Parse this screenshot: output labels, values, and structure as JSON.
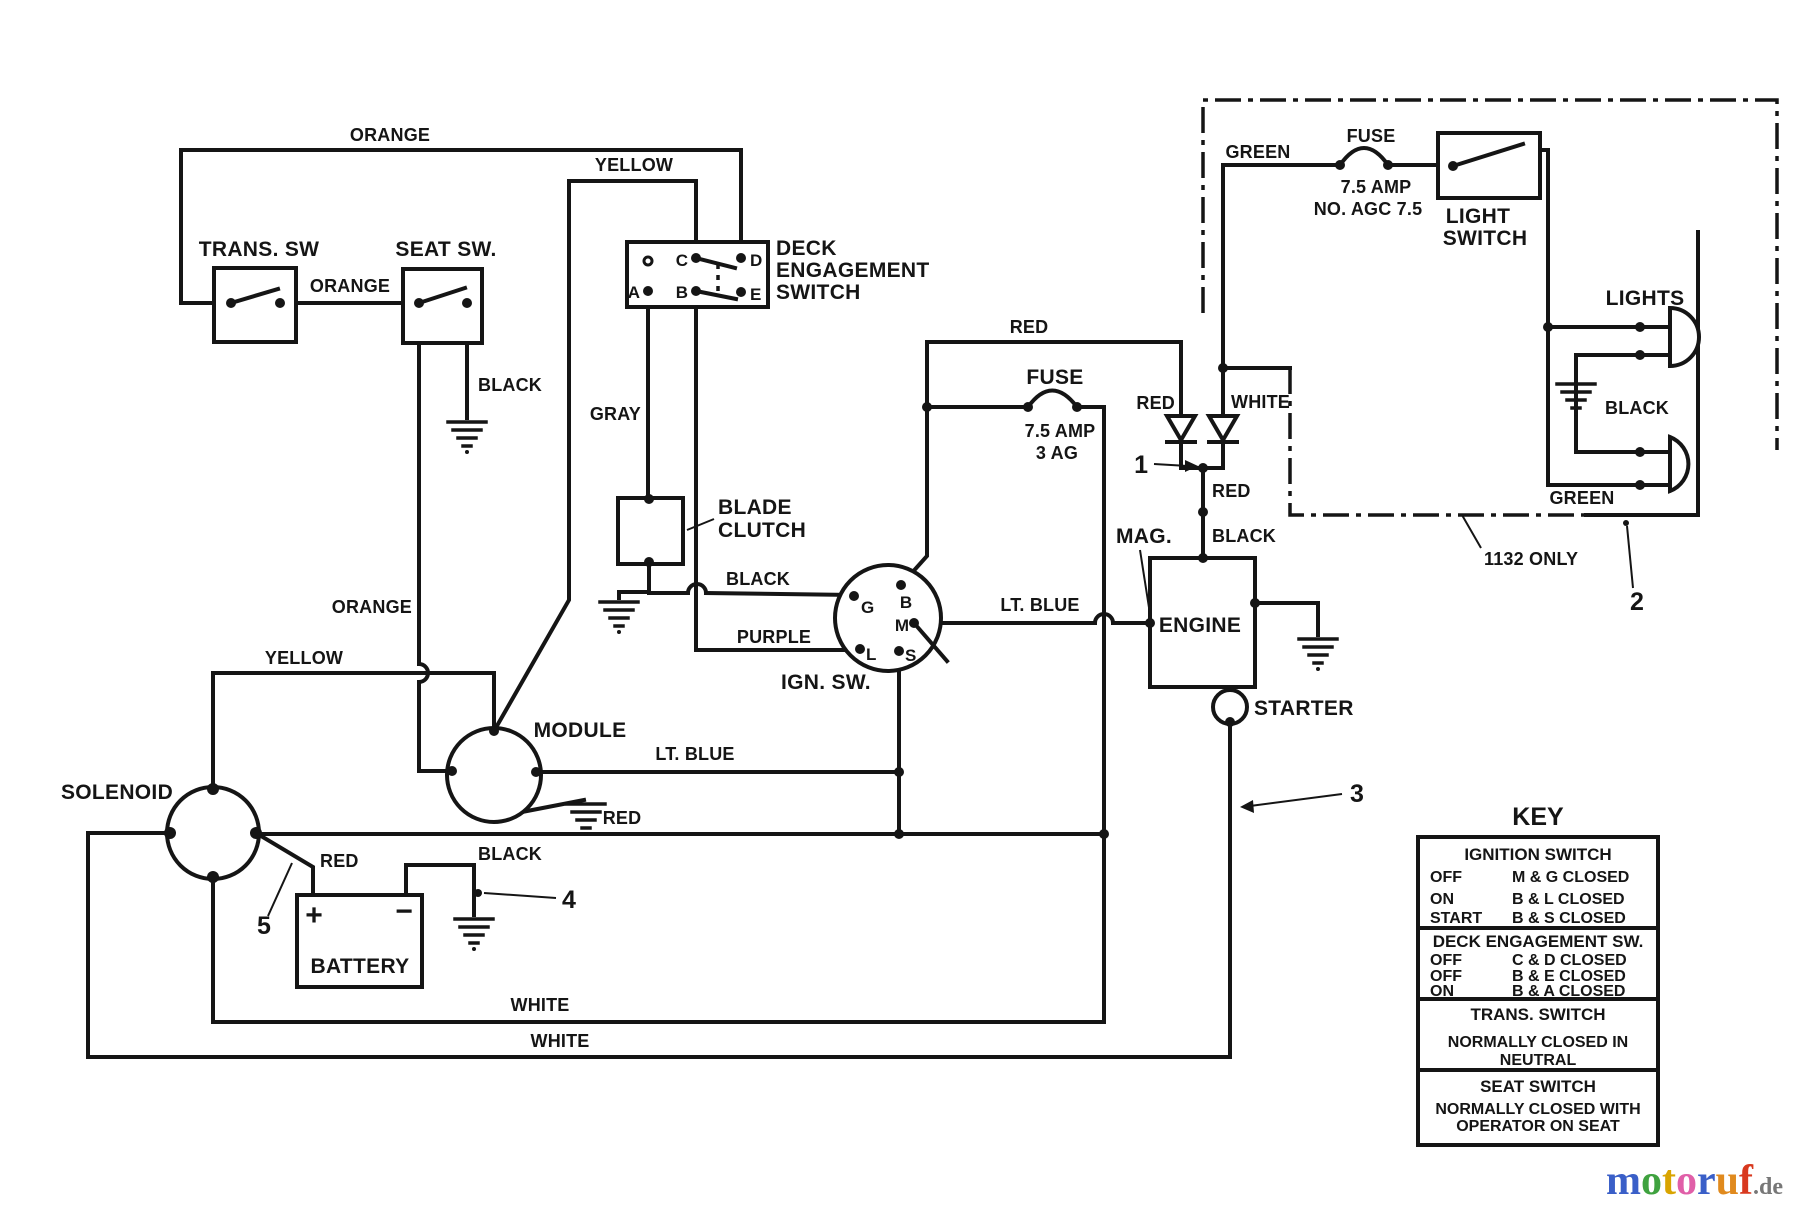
{
  "diagram": {
    "wires": {
      "orange_top": "ORANGE",
      "orange_mid": "ORANGE",
      "orange_drop": "ORANGE",
      "yellow_top": "YELLOW",
      "yellow_bottom": "YELLOW",
      "black_seat": "BLACK",
      "gray": "GRAY",
      "purple": "PURPLE",
      "black_clutch": "BLACK",
      "lt_blue_ign": "LT. BLUE",
      "lt_blue_module": "LT. BLUE",
      "red_ign": "RED",
      "red_diode": "RED",
      "white_diode": "WHITE",
      "red_mag": "RED",
      "black_mag": "BLACK",
      "green_fuse": "GREEN",
      "green_lamp": "GREEN",
      "black_lights": "BLACK",
      "red_solenoid": "RED",
      "red_battery": "RED",
      "black_battery": "BLACK",
      "white_upper": "WHITE",
      "white_lower": "WHITE"
    },
    "components": {
      "trans_sw": "TRANS. SW",
      "seat_sw": "SEAT SW.",
      "deck_line1": "DECK",
      "deck_line2": "ENGAGEMENT",
      "deck_line3": "SWITCH",
      "blade_line1": "BLADE",
      "blade_line2": "CLUTCH",
      "ign_sw": "IGN. SW.",
      "module": "MODULE",
      "solenoid": "SOLENOID",
      "battery": "BATTERY",
      "battery_plus": "+",
      "battery_minus": "−",
      "engine": "ENGINE",
      "starter": "STARTER",
      "mag": "MAG.",
      "lights": "LIGHTS",
      "light_sw_line1": "LIGHT",
      "light_sw_line2": "SWITCH",
      "note": "1132 ONLY"
    },
    "fuse_light": {
      "name": "FUSE",
      "rating": "7.5 AMP",
      "part": "NO. AGC 7.5"
    },
    "fuse_main": {
      "name": "FUSE",
      "rating": "7.5 AMP",
      "part": "3 AG"
    },
    "deck_terminals": {
      "a": "A",
      "b": "B",
      "c": "C",
      "d": "D",
      "e": "E"
    },
    "ign_terminals": {
      "g": "G",
      "b": "B",
      "m": "M",
      "l": "L",
      "s": "S"
    },
    "callouts": {
      "c1": "1",
      "c2": "2",
      "c3": "3",
      "c4": "4",
      "c5": "5"
    }
  },
  "key": {
    "title": "KEY",
    "ignition": {
      "header": "IGNITION SWITCH",
      "rows": [
        {
          "mode": "OFF",
          "state": "M & G CLOSED"
        },
        {
          "mode": "ON",
          "state": "B & L CLOSED"
        },
        {
          "mode": "START",
          "state": "B & S CLOSED"
        }
      ]
    },
    "deck": {
      "header": "DECK ENGAGEMENT SW.",
      "rows": [
        {
          "mode": "OFF",
          "state": "C & D CLOSED"
        },
        {
          "mode": "OFF",
          "state": "B & E CLOSED"
        },
        {
          "mode": "ON",
          "state": "B & A CLOSED"
        }
      ]
    },
    "trans": {
      "header": "TRANS. SWITCH",
      "line1": "NORMALLY CLOSED IN",
      "line2": "NEUTRAL"
    },
    "seat": {
      "header": "SEAT SWITCH",
      "line1": "NORMALLY CLOSED WITH",
      "line2": "OPERATOR ON SEAT"
    }
  },
  "watermark": {
    "letters": [
      {
        "ch": "m",
        "color": "#3a5fc8"
      },
      {
        "ch": "o",
        "color": "#3fa23f"
      },
      {
        "ch": "t",
        "color": "#d9a400"
      },
      {
        "ch": "o",
        "color": "#e05fa8"
      },
      {
        "ch": "r",
        "color": "#3a5fc8"
      },
      {
        "ch": "u",
        "color": "#e08a1e"
      },
      {
        "ch": "f",
        "color": "#d8391f"
      }
    ],
    "suffix": ".de",
    "suffix_color": "#777777"
  }
}
